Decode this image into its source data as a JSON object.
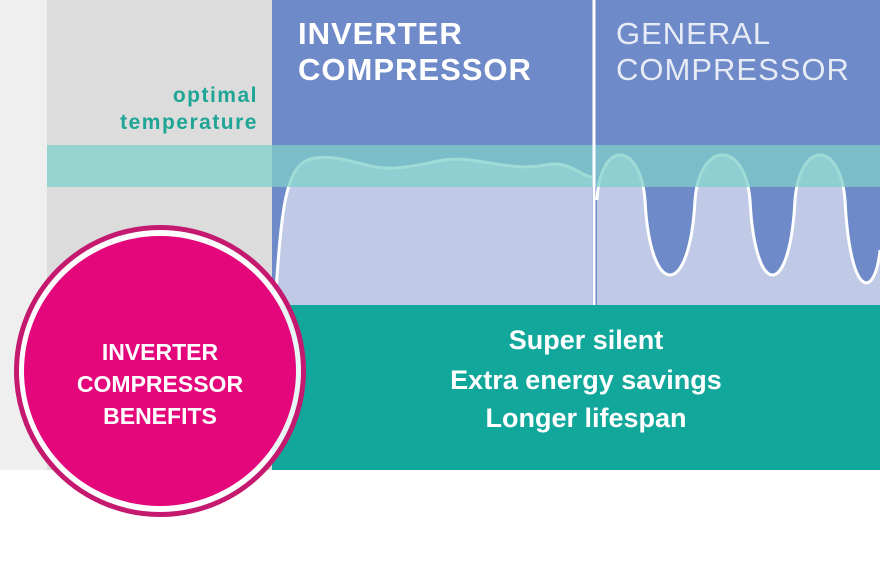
{
  "headers": {
    "inverter": [
      "INVERTER",
      "COMPRESSOR"
    ],
    "general": [
      "GENERAL",
      "COMPRESSOR"
    ]
  },
  "label": [
    "optimal",
    "temperature"
  ],
  "circle": [
    "INVERTER",
    "COMPRESSOR",
    "BENEFITS"
  ],
  "benefits": [
    "Super silent",
    "Extra energy savings",
    "Longer lifespan"
  ],
  "colors": {
    "blue": "#6f8ac8",
    "light_blue": "#c0c9e6",
    "teal_band": "#8fcfcc",
    "teal": "#12a79b",
    "pink": "#e4077b",
    "gray": "#dcdcdc"
  }
}
